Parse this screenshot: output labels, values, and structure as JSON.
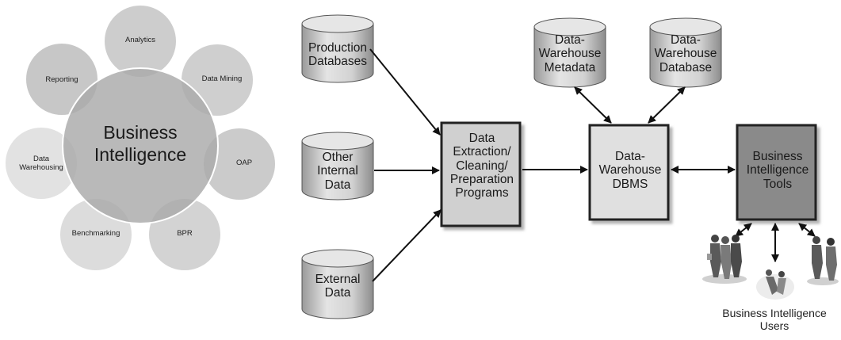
{
  "left_diagram": {
    "center": "Business\nIntelligence",
    "petals": [
      "Analytics",
      "Data Mining",
      "OAP",
      "BPR",
      "Benchmarking",
      "Data\nWarehousing",
      "Reporting"
    ]
  },
  "right_diagram": {
    "sources": [
      "Production\nDatabases",
      "Other\nInternal\nData",
      "External\nData"
    ],
    "warehouse_stores": [
      "Data-\nWarehouse\nMetadata",
      "Data-\nWarehouse\nDatabase"
    ],
    "process_boxes": {
      "etl": "Data\nExtraction/\nCleaning/\nPreparation\nPrograms",
      "dbms": "Data-\nWarehouse\nDBMS",
      "bi_tools": "Business\nIntelligence\nTools"
    },
    "users_label": "Business Intelligence\nUsers"
  }
}
